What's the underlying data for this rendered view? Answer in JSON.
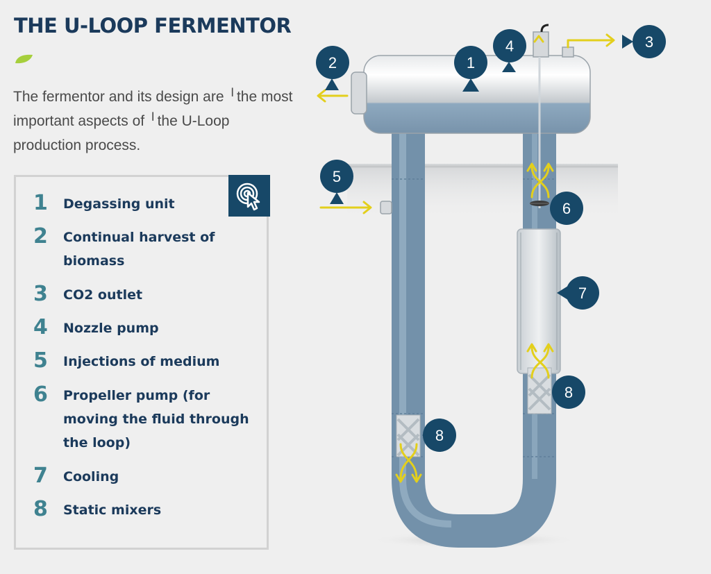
{
  "page": {
    "title": "THE U-LOOP FERMENTOR",
    "intro": "The fermentor and its design are ╵the most important aspects of ╵the U-Loop production process.",
    "touch_icon": "touch-hand-pointer-icon"
  },
  "colors": {
    "title": "#1b3a5b",
    "accent_green": "#a6cf3c",
    "legend_number": "#3f8290",
    "marker": "#174868",
    "arrow": "#e3cf1c",
    "vessel": "#8aa6bd"
  },
  "legend": [
    {
      "number": "1",
      "label": "Degassing unit"
    },
    {
      "number": "2",
      "label": "Continual harvest of biomass"
    },
    {
      "number": "3",
      "label": "CO2 outlet"
    },
    {
      "number": "4",
      "label": "Nozzle pump"
    },
    {
      "number": "5",
      "label": "Injections of medium"
    },
    {
      "number": "6",
      "label": "Propeller pump (for moving the fluid through the loop)"
    },
    {
      "number": "7",
      "label": "Cooling"
    },
    {
      "number": "8",
      "label": "Static mixers"
    }
  ],
  "markers": [
    "1",
    "2",
    "3",
    "4",
    "5",
    "6",
    "7",
    "8",
    "8"
  ]
}
